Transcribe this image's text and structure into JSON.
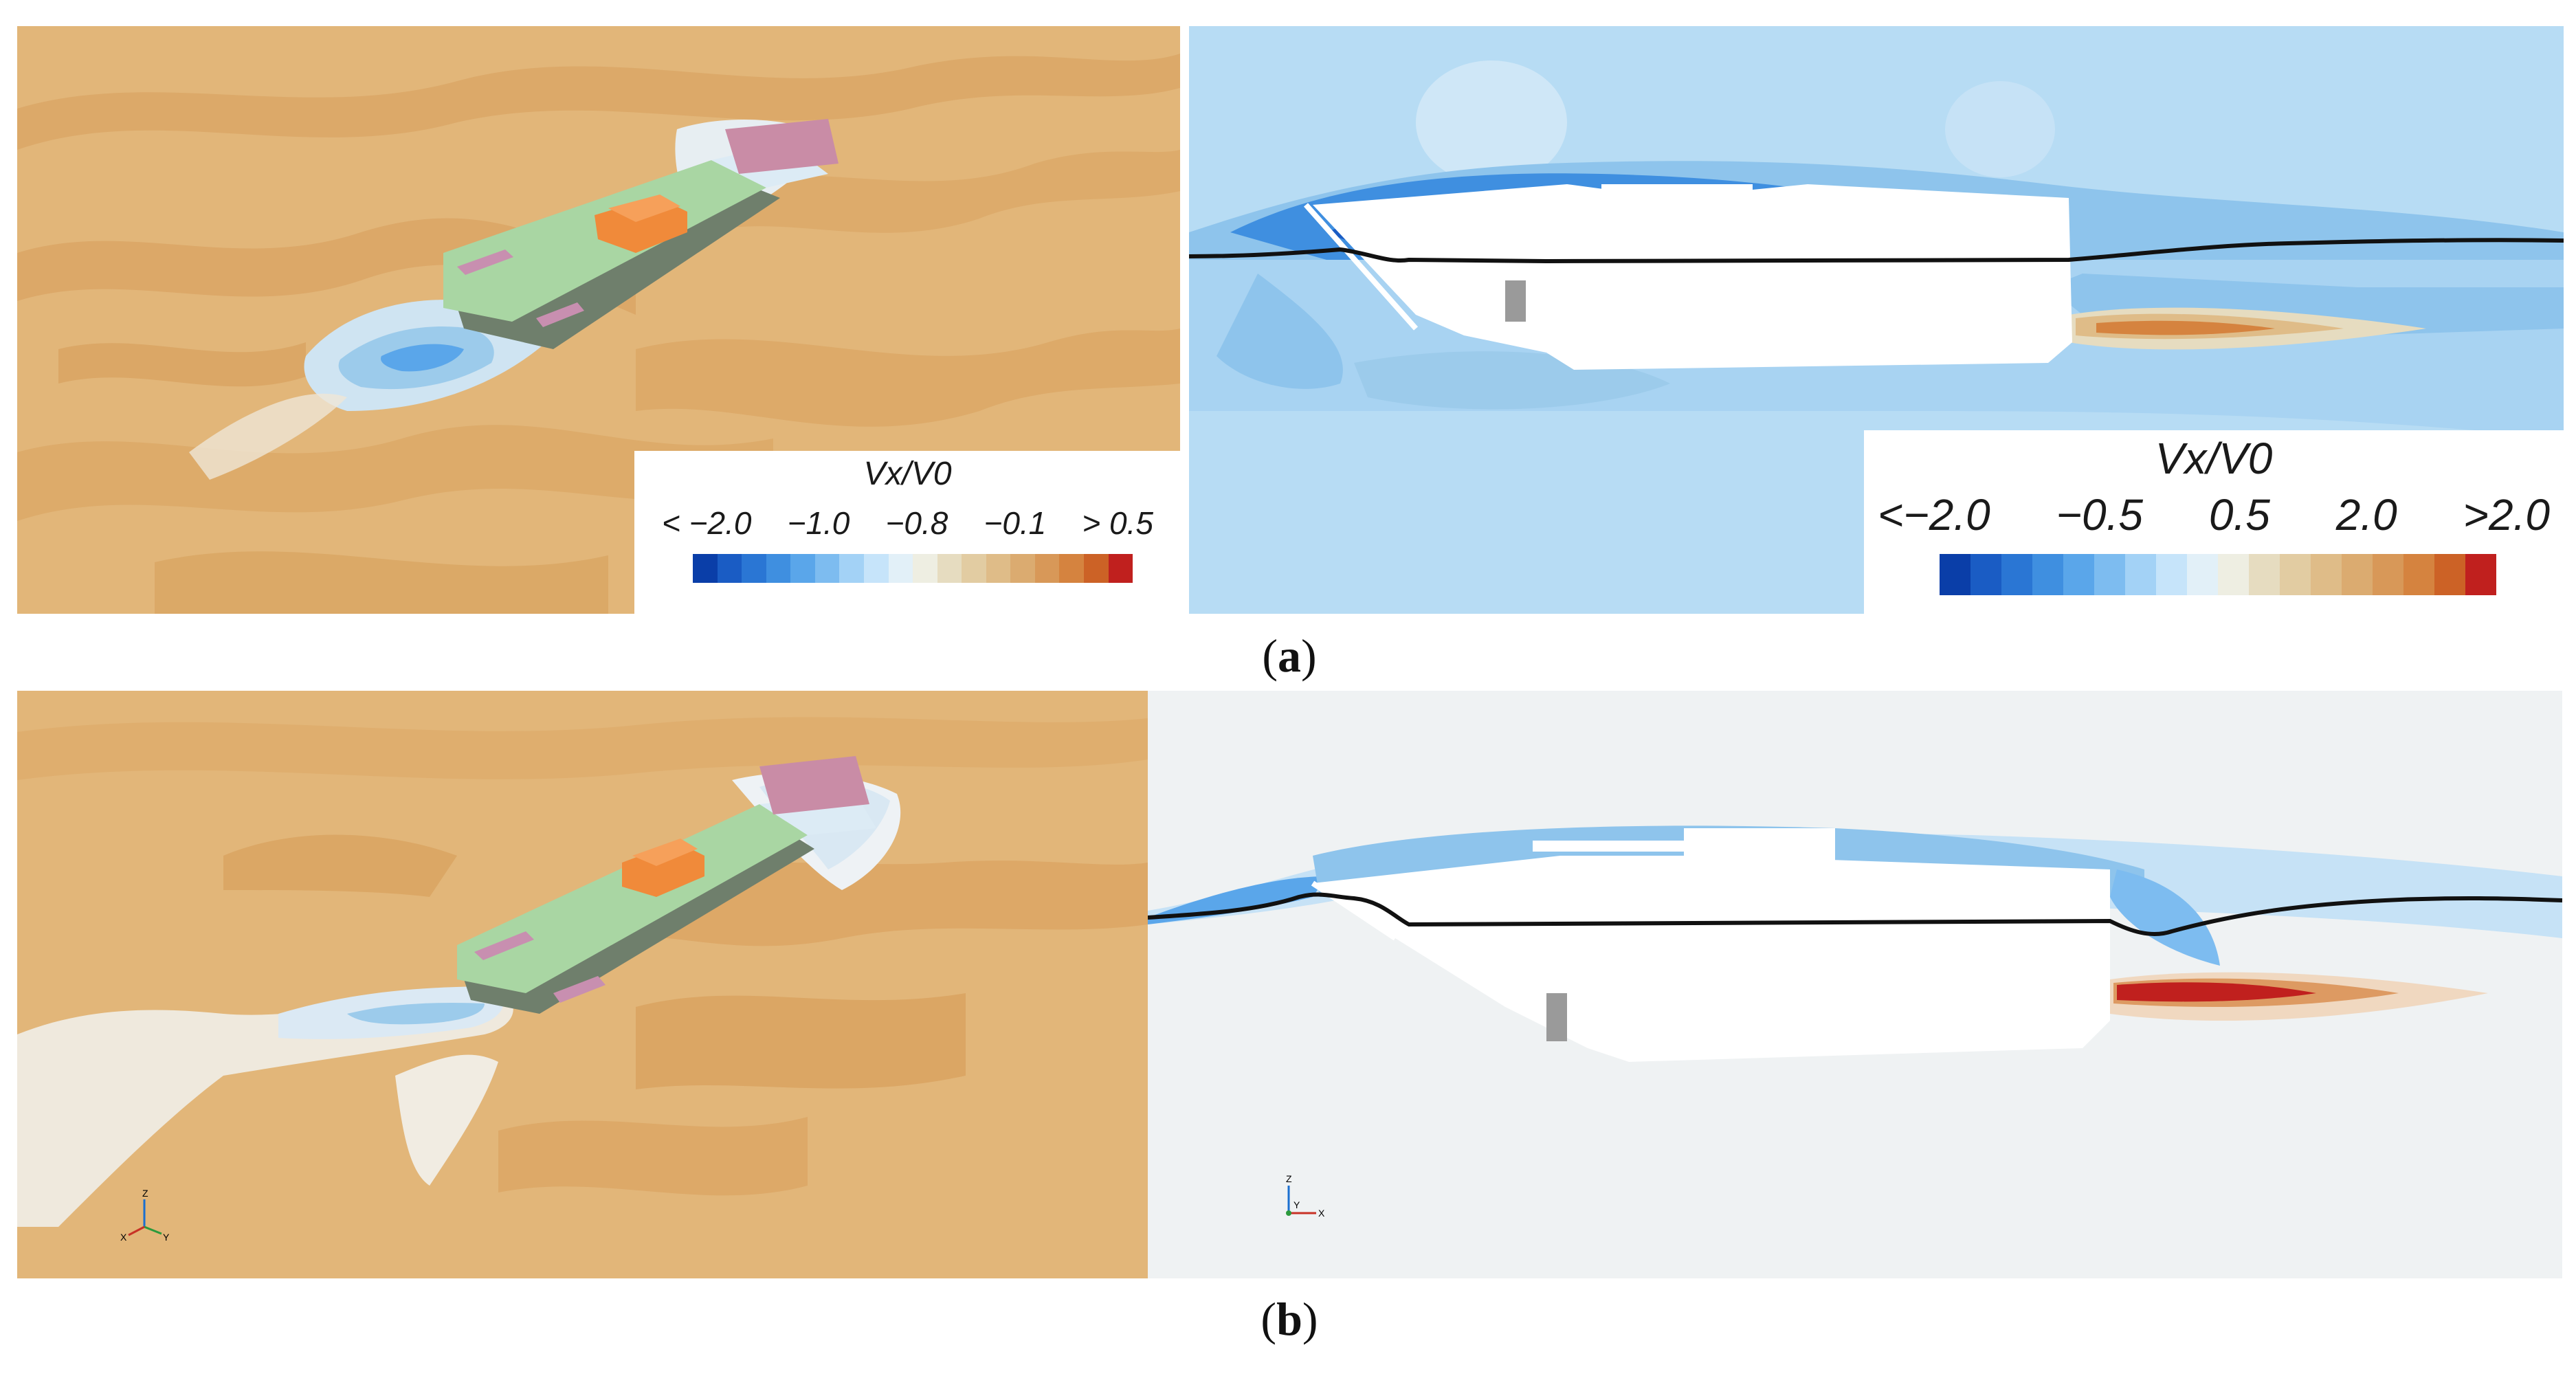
{
  "figure": {
    "panel_a": {
      "caption_open": "(",
      "caption_letter": "a",
      "caption_close": ")",
      "left_legend": {
        "title": "Vx/V0",
        "ticks": [
          "< −2.0",
          "−1.0",
          "−0.8",
          "−0.1",
          "> 0.5"
        ],
        "colors": [
          "#0a3ea8",
          "#1a5cc4",
          "#2a76d4",
          "#3f8fe0",
          "#5aa6ea",
          "#7dbcf0",
          "#a3d2f6",
          "#c6e4fa",
          "#e2f0f8",
          "#eeeee2",
          "#e6dcc0",
          "#e2cca2",
          "#dfbc88",
          "#dbab70",
          "#d89858",
          "#d5833f",
          "#cc6226",
          "#c0201e"
        ]
      },
      "right_legend": {
        "title": "Vx/V0",
        "ticks": [
          "<−2.0",
          "−0.5",
          "0.5",
          "2.0",
          ">2.0"
        ],
        "colors": [
          "#0a3ea8",
          "#1a5cc4",
          "#2a76d4",
          "#3f8fe0",
          "#5aa6ea",
          "#7dbcf0",
          "#a3d2f6",
          "#c6e4fa",
          "#e2f0f8",
          "#eeeee2",
          "#e6dcc0",
          "#e2cca2",
          "#dfbc88",
          "#dbab70",
          "#d89858",
          "#d5833f",
          "#cc6226",
          "#c0201e"
        ]
      }
    },
    "panel_b": {
      "caption_open": "(",
      "caption_letter": "b",
      "caption_close": ")",
      "left_axes": {
        "z": "Z",
        "x": "X",
        "y": "Y"
      },
      "right_axes": {
        "z": "Z",
        "y": "Y",
        "x": "X"
      }
    }
  }
}
